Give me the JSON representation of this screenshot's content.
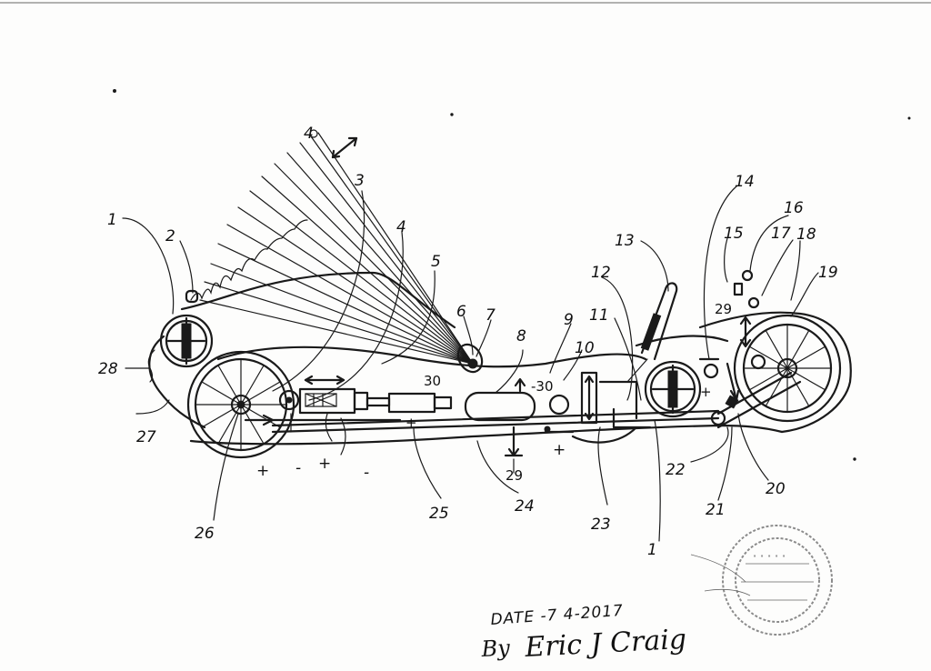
{
  "labels": {
    "l1": "1",
    "l2": "2",
    "l3": "3",
    "l4": "4",
    "l5": "5",
    "l6": "6",
    "l7": "7",
    "l8": "8",
    "l9": "9",
    "l10": "10",
    "l11": "11",
    "l12": "12",
    "l13": "13",
    "l14": "14",
    "l15": "15",
    "l16": "16",
    "l17": "17",
    "l18": "18",
    "l19": "19",
    "l20": "20",
    "l21": "21",
    "l22": "22",
    "l23": "23",
    "l24": "24",
    "l25": "25",
    "l26": "26",
    "l27": "27",
    "l28": "28",
    "l29a": "29",
    "l29b": "29",
    "l30a": "30",
    "l30b": "-30",
    "l1b": "1",
    "l4top": "4"
  },
  "signs": {
    "plus1": "+",
    "minus1": "-",
    "plus2": "+",
    "minus2": "-",
    "plus3": "+",
    "plus4": "+",
    "plus5": "+"
  },
  "signature": {
    "date": "DATE -7 4-2017",
    "by": "By",
    "name": "Eric J Craig"
  }
}
